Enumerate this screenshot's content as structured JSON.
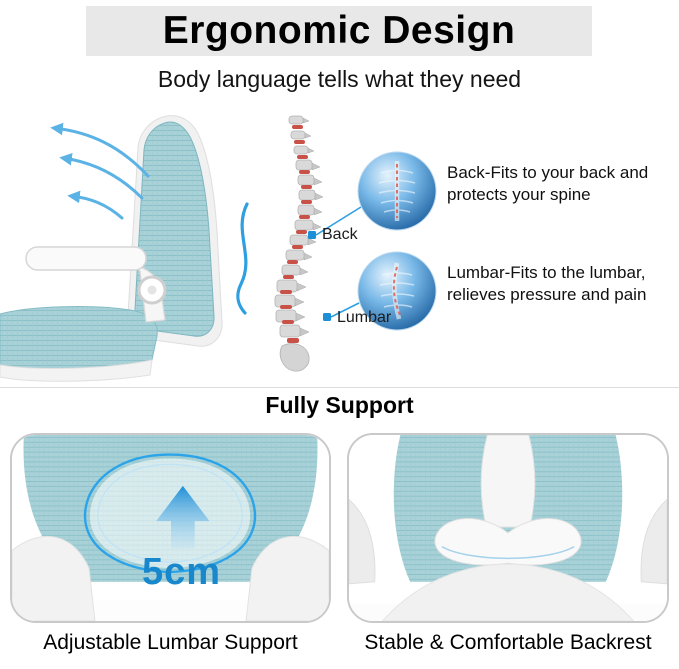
{
  "header": {
    "title": "Ergonomic Design",
    "subtitle": "Body language tells what they need"
  },
  "anatomy": {
    "back_label": "Back",
    "lumbar_label": "Lumbar",
    "back_note": "Back-Fits to your back and\nprotects your spine",
    "lumbar_note": "Lumbar-Fits to the lumbar,\nrelieves pressure and pain"
  },
  "support": {
    "title": "Fully Support",
    "measurement": "5cm",
    "left_caption": "Adjustable Lumbar Support",
    "right_caption": "Stable & Comfortable Backrest"
  },
  "icons": {
    "up_arrow_icon": "↑",
    "recline_arrows_icon": "⤴",
    "marker_dot_icon": "▪"
  },
  "colors": {
    "accent_blue": "#1d8fd6",
    "outline_blue": "#2ba3e8",
    "mesh_teal": "#a9d2d8",
    "header_gray": "#e8e8e8",
    "xray_blue": "#1c5f9e",
    "disc_red": "#c85148"
  }
}
